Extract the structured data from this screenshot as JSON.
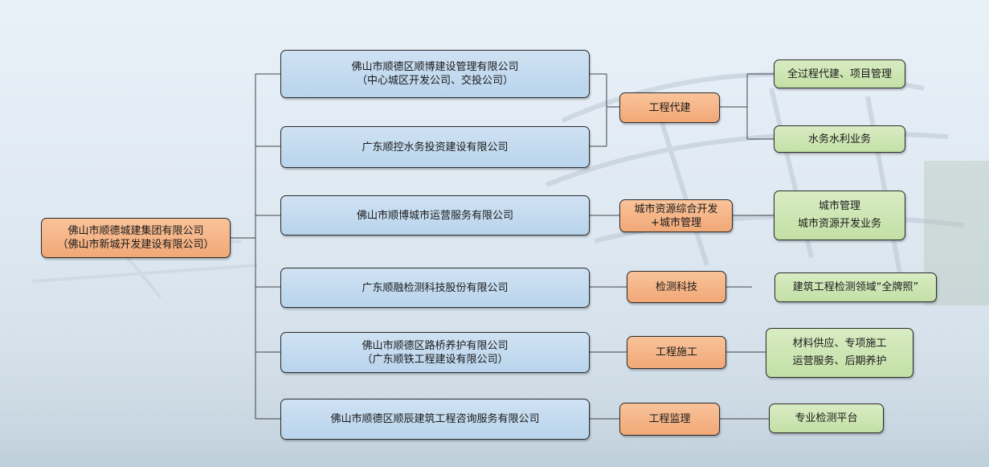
{
  "root": {
    "line1": "佛山市顺德城建集团有限公司",
    "line2": "（佛山市新城开发建设有限公司）"
  },
  "companies": [
    {
      "line1": "佛山市顺德区顺博建设管理有限公司",
      "line2": "（中心城区开发公司、交投公司）"
    },
    {
      "line1": "广东顺控水务投资建设有限公司",
      "line2": ""
    },
    {
      "line1": "佛山市顺博城市运营服务有限公司",
      "line2": ""
    },
    {
      "line1": "广东顺融检测科技股份有限公司",
      "line2": ""
    },
    {
      "line1": "佛山市顺德区路桥养护有限公司",
      "line2": "（广东顺铁工程建设有限公司）"
    },
    {
      "line1": "佛山市顺德区顺辰建筑工程咨询服务有限公司",
      "line2": ""
    }
  ],
  "segments": [
    {
      "line1": "工程代建",
      "line2": ""
    },
    {
      "line1": "城市资源综合开发",
      "line2": "+城市管理"
    },
    {
      "line1": "检测科技",
      "line2": ""
    },
    {
      "line1": "工程施工",
      "line2": ""
    },
    {
      "line1": "工程监理",
      "line2": ""
    }
  ],
  "businesses": [
    {
      "line1": "全过程代建、项目管理",
      "line2": ""
    },
    {
      "line1": "水务水利业务",
      "line2": ""
    },
    {
      "line1": "城市管理",
      "line2": "城市资源开发业务"
    },
    {
      "line1": "建筑工程检测领域“全牌照”",
      "line2": ""
    },
    {
      "line1": "材料供应、专项施工",
      "line2": "运营服务、后期养护"
    },
    {
      "line1": "专业检测平台",
      "line2": ""
    }
  ]
}
